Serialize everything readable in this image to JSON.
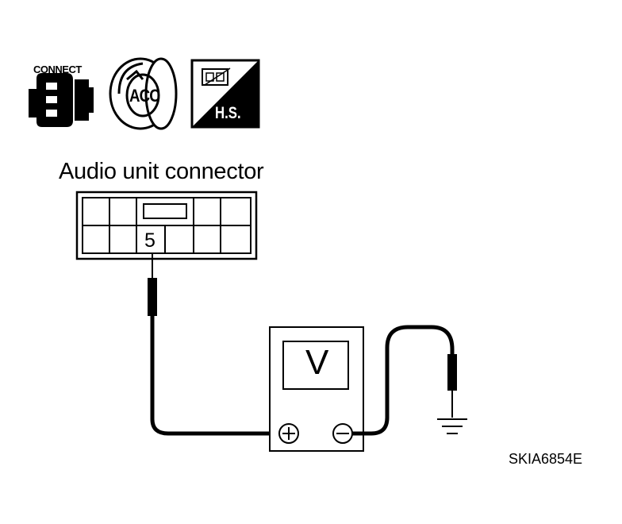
{
  "icons": {
    "connect_label": "CONNECT",
    "ignition_label": "ACC",
    "harness_label": "H.S."
  },
  "connector": {
    "title": "Audio unit connector",
    "pin": "5"
  },
  "meter": {
    "label": "V",
    "positive": "+",
    "negative": "−"
  },
  "reference_code": "SKIA6854E"
}
